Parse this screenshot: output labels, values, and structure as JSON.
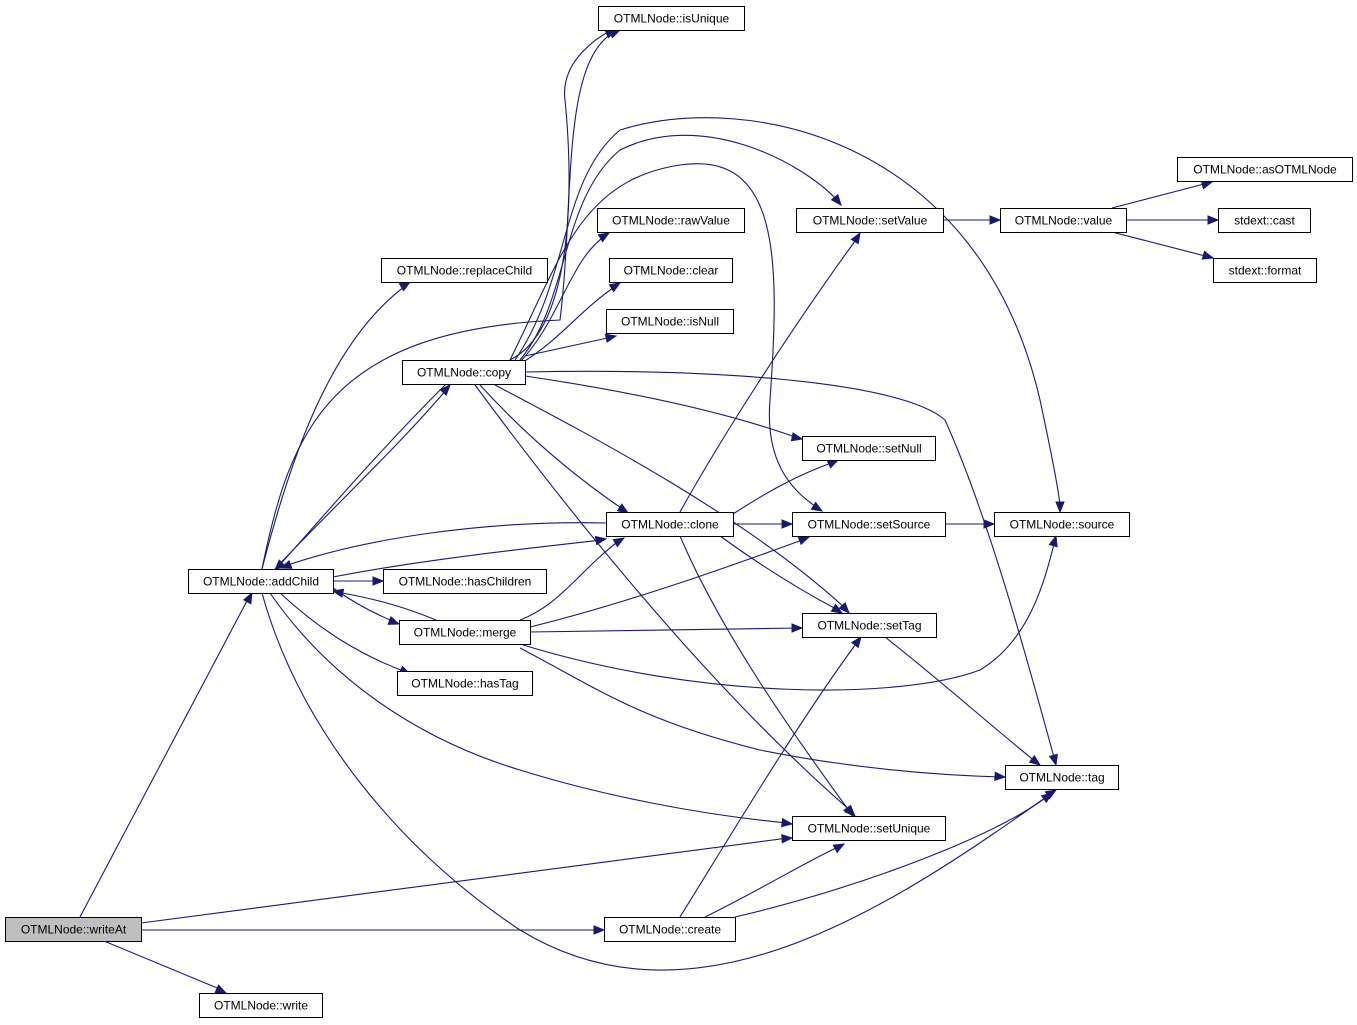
{
  "graph": {
    "root": "writeAt",
    "nodes": [
      {
        "id": "isUnique",
        "label": "OTMLNode::isUnique"
      },
      {
        "id": "asOTMLNode",
        "label": "OTMLNode::asOTMLNode"
      },
      {
        "id": "rawValue",
        "label": "OTMLNode::rawValue"
      },
      {
        "id": "setValue",
        "label": "OTMLNode::setValue"
      },
      {
        "id": "value",
        "label": "OTMLNode::value"
      },
      {
        "id": "cast",
        "label": "stdext::cast"
      },
      {
        "id": "replaceChild",
        "label": "OTMLNode::replaceChild"
      },
      {
        "id": "clear",
        "label": "OTMLNode::clear"
      },
      {
        "id": "format",
        "label": "stdext::format"
      },
      {
        "id": "isNull",
        "label": "OTMLNode::isNull"
      },
      {
        "id": "copy",
        "label": "OTMLNode::copy"
      },
      {
        "id": "setNull",
        "label": "OTMLNode::setNull"
      },
      {
        "id": "clone",
        "label": "OTMLNode::clone"
      },
      {
        "id": "setSource",
        "label": "OTMLNode::setSource"
      },
      {
        "id": "source",
        "label": "OTMLNode::source"
      },
      {
        "id": "addChild",
        "label": "OTMLNode::addChild"
      },
      {
        "id": "hasChildren",
        "label": "OTMLNode::hasChildren"
      },
      {
        "id": "merge",
        "label": "OTMLNode::merge"
      },
      {
        "id": "setTag",
        "label": "OTMLNode::setTag"
      },
      {
        "id": "hasTag",
        "label": "OTMLNode::hasTag"
      },
      {
        "id": "tag",
        "label": "OTMLNode::tag"
      },
      {
        "id": "setUnique",
        "label": "OTMLNode::setUnique"
      },
      {
        "id": "writeAt",
        "label": "OTMLNode::writeAt"
      },
      {
        "id": "create",
        "label": "OTMLNode::create"
      },
      {
        "id": "write",
        "label": "OTMLNode::write"
      }
    ],
    "edges": [
      [
        "writeAt",
        "addChild"
      ],
      [
        "writeAt",
        "setUnique"
      ],
      [
        "writeAt",
        "create"
      ],
      [
        "writeAt",
        "write"
      ],
      [
        "addChild",
        "replaceChild"
      ],
      [
        "addChild",
        "copy"
      ],
      [
        "addChild",
        "isUnique"
      ],
      [
        "addChild",
        "clone"
      ],
      [
        "addChild",
        "hasChildren"
      ],
      [
        "addChild",
        "merge"
      ],
      [
        "addChild",
        "hasTag"
      ],
      [
        "addChild",
        "setUnique"
      ],
      [
        "addChild",
        "tag"
      ],
      [
        "copy",
        "addChild"
      ],
      [
        "copy",
        "isUnique"
      ],
      [
        "copy",
        "rawValue"
      ],
      [
        "copy",
        "clear"
      ],
      [
        "copy",
        "isNull"
      ],
      [
        "copy",
        "setValue"
      ],
      [
        "copy",
        "source"
      ],
      [
        "copy",
        "setSource"
      ],
      [
        "copy",
        "tag"
      ],
      [
        "copy",
        "setNull"
      ],
      [
        "copy",
        "clone"
      ],
      [
        "copy",
        "setTag"
      ],
      [
        "copy",
        "setUnique"
      ],
      [
        "clone",
        "addChild"
      ],
      [
        "clone",
        "setValue"
      ],
      [
        "clone",
        "setNull"
      ],
      [
        "clone",
        "setSource"
      ],
      [
        "clone",
        "setTag"
      ],
      [
        "clone",
        "setUnique"
      ],
      [
        "merge",
        "addChild"
      ],
      [
        "merge",
        "clone"
      ],
      [
        "merge",
        "setSource"
      ],
      [
        "merge",
        "setTag"
      ],
      [
        "merge",
        "source"
      ],
      [
        "merge",
        "tag"
      ],
      [
        "setValue",
        "value"
      ],
      [
        "value",
        "asOTMLNode"
      ],
      [
        "value",
        "cast"
      ],
      [
        "value",
        "format"
      ],
      [
        "setSource",
        "source"
      ],
      [
        "setTag",
        "tag"
      ],
      [
        "create",
        "setTag"
      ],
      [
        "create",
        "setUnique"
      ],
      [
        "create",
        "tag"
      ]
    ]
  },
  "colors": {
    "edge": "#191970",
    "box_border": "#000000",
    "box_fill": "#ffffff",
    "root_fill": "#bfbfbf"
  }
}
